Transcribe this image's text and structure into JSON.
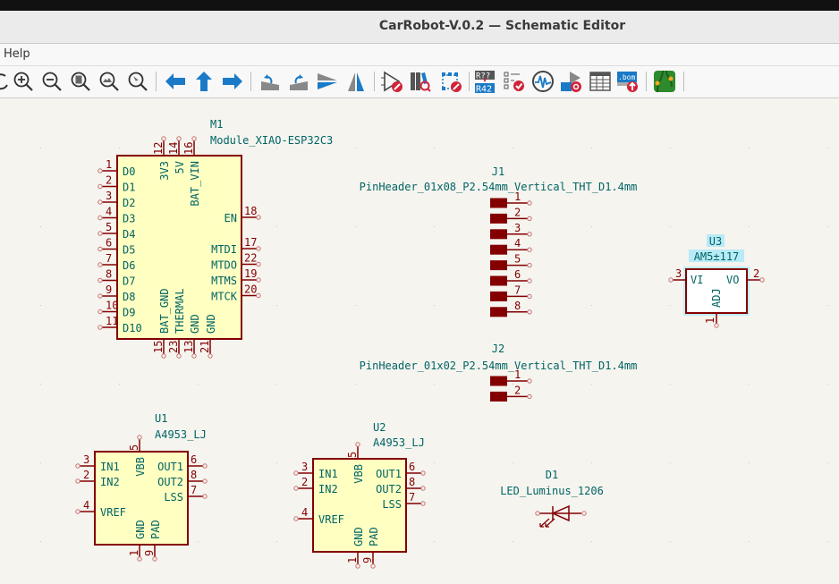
{
  "window": {
    "title": "CarRobot-V.0.2 — Schematic Editor"
  },
  "menu": {
    "items": [
      {
        "label": "Help"
      }
    ]
  },
  "toolbar": {
    "buttons": [
      {
        "name": "redo-icon"
      },
      {
        "name": "zoom-in-icon"
      },
      {
        "name": "zoom-out-icon"
      },
      {
        "name": "zoom-fit-page-icon"
      },
      {
        "name": "zoom-fit-objects-icon"
      },
      {
        "name": "zoom-selection-icon"
      },
      {
        "name": "navigate-back-icon"
      },
      {
        "name": "navigate-up-icon"
      },
      {
        "name": "navigate-forward-icon"
      },
      {
        "name": "rotate-ccw-icon"
      },
      {
        "name": "rotate-cw-icon"
      },
      {
        "name": "mirror-vertical-icon"
      },
      {
        "name": "mirror-horizontal-icon"
      },
      {
        "name": "symbol-editor-icon"
      },
      {
        "name": "symbol-library-browser-icon"
      },
      {
        "name": "footprint-editor-icon"
      },
      {
        "name": "annotate-icon",
        "text_top": "R??",
        "text_bottom": "R42"
      },
      {
        "name": "erc-icon"
      },
      {
        "name": "simulator-icon"
      },
      {
        "name": "assign-footprints-icon"
      },
      {
        "name": "fields-table-icon"
      },
      {
        "name": "bom-icon",
        "text": ".bom"
      },
      {
        "name": "pcb-editor-icon"
      }
    ]
  },
  "colors": {
    "body_fill": "#ffffc2",
    "body_stroke": "#840000",
    "pin": "#840000",
    "text": "#006464",
    "highlight": "#8fd8ee",
    "canvas": "#f5f4ef"
  },
  "schematic": {
    "M1": {
      "ref": "M1",
      "value": "Module_XIAO-ESP32C3",
      "left_pins": [
        {
          "num": "1",
          "name": "D0"
        },
        {
          "num": "2",
          "name": "D1"
        },
        {
          "num": "3",
          "name": "D2"
        },
        {
          "num": "4",
          "name": "D3"
        },
        {
          "num": "5",
          "name": "D4"
        },
        {
          "num": "6",
          "name": "D5"
        },
        {
          "num": "7",
          "name": "D6"
        },
        {
          "num": "8",
          "name": "D7"
        },
        {
          "num": "9",
          "name": "D8"
        },
        {
          "num": "10",
          "name": "D9"
        },
        {
          "num": "11",
          "name": "D10"
        }
      ],
      "top_pins": [
        {
          "num": "12",
          "name": "3V3"
        },
        {
          "num": "14",
          "name": "5V"
        },
        {
          "num": "16",
          "name": "BAT_VIN"
        }
      ],
      "right_pins": [
        {
          "num": "18",
          "name": "EN"
        },
        {
          "num": "17",
          "name": "MTDI"
        },
        {
          "num": "22",
          "name": "MTDO"
        },
        {
          "num": "19",
          "name": "MTMS"
        },
        {
          "num": "20",
          "name": "MTCK"
        }
      ],
      "bottom_pins": [
        {
          "num": "15",
          "name": "BAT_GND"
        },
        {
          "num": "23",
          "name": "THERMAL"
        },
        {
          "num": "13",
          "name": "GND"
        },
        {
          "num": "21",
          "name": "GND"
        }
      ]
    },
    "J1": {
      "ref": "J1",
      "value": "PinHeader_01x08_P2.54mm_Vertical_THT_D1.4mm",
      "pins": [
        "1",
        "2",
        "3",
        "4",
        "5",
        "6",
        "7",
        "8"
      ]
    },
    "J2": {
      "ref": "J2",
      "value": "PinHeader_01x02_P2.54mm_Vertical_THT_D1.4mm",
      "pins": [
        "1",
        "2"
      ]
    },
    "U3": {
      "ref": "U3",
      "value": "AM5±117",
      "pins": [
        {
          "num": "3",
          "name": "VI"
        },
        {
          "num": "2",
          "name": "VO"
        },
        {
          "num": "1",
          "name": "ADJ"
        }
      ]
    },
    "U1": {
      "ref": "U1",
      "value": "A4953_LJ",
      "left_pins": [
        {
          "num": "3",
          "name": "IN1"
        },
        {
          "num": "2",
          "name": "IN2"
        },
        {
          "num": "4",
          "name": "VREF"
        }
      ],
      "top_pins": [
        {
          "num": "5",
          "name": "VBB"
        }
      ],
      "right_pins": [
        {
          "num": "6",
          "name": "OUT1"
        },
        {
          "num": "8",
          "name": "OUT2"
        },
        {
          "num": "7",
          "name": "LSS"
        }
      ],
      "bottom_pins": [
        {
          "num": "1",
          "name": "GND"
        },
        {
          "num": "9",
          "name": "PAD"
        }
      ]
    },
    "U2": {
      "ref": "U2",
      "value": "A4953_LJ",
      "left_pins": [
        {
          "num": "3",
          "name": "IN1"
        },
        {
          "num": "2",
          "name": "IN2"
        },
        {
          "num": "4",
          "name": "VREF"
        }
      ],
      "top_pins": [
        {
          "num": "5",
          "name": "VBB"
        }
      ],
      "right_pins": [
        {
          "num": "6",
          "name": "OUT1"
        },
        {
          "num": "8",
          "name": "OUT2"
        },
        {
          "num": "7",
          "name": "LSS"
        }
      ],
      "bottom_pins": [
        {
          "num": "1",
          "name": "GND"
        },
        {
          "num": "9",
          "name": "PAD"
        }
      ]
    },
    "D1": {
      "ref": "D1",
      "value": "LED_Luminus_1206"
    }
  }
}
